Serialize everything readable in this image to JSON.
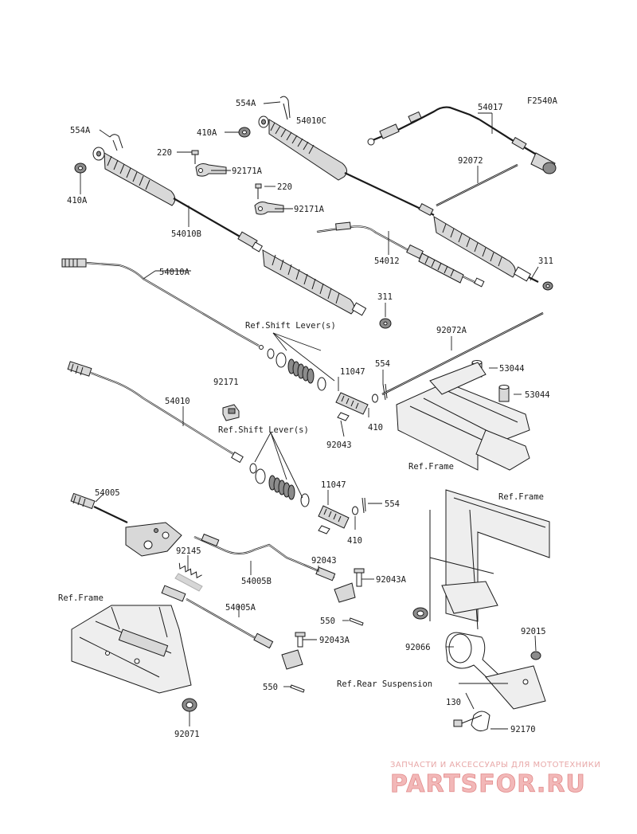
{
  "figure_code": "F2540A",
  "part_numbers": {
    "p554A_top": "554A",
    "p54010C": "54010C",
    "p54017": "54017",
    "p554A_left": "554A",
    "p410A_mid": "410A",
    "p220_a": "220",
    "p92171A_a": "92171A",
    "p92072": "92072",
    "p410A_left": "410A",
    "p220_b": "220",
    "p92171A_b": "92171A",
    "p54012": "54012",
    "p54010B": "54010B",
    "p311_a": "311",
    "p54010A": "54010A",
    "p311_b": "311",
    "p92072A": "92072A",
    "p554_a": "554",
    "p11047_a": "11047",
    "p53044_a": "53044",
    "p92171": "92171",
    "p53044_b": "53044",
    "p54010": "54010",
    "p410_a": "410",
    "p92043_a": "92043",
    "p11047_b": "11047",
    "p554_b": "554",
    "p54005": "54005",
    "p410_b": "410",
    "p92145": "92145",
    "p92043_b": "92043",
    "p54005B": "54005B",
    "p92043A_a": "92043A",
    "p54005A": "54005A",
    "p550_a": "550",
    "p92043A_b": "92043A",
    "p92015": "92015",
    "p92066": "92066",
    "p550_b": "550",
    "p130": "130",
    "p92071": "92071",
    "p92170": "92170"
  },
  "references": {
    "shift_lever_a": "Ref.Shift Lever(s)",
    "shift_lever_b": "Ref.Shift Lever(s)",
    "frame_a": "Ref.Frame",
    "frame_b": "Ref.Frame",
    "frame_c": "Ref.Frame",
    "rear_suspension": "Ref.Rear Suspension"
  },
  "watermark": {
    "tagline": "ЗАПЧАСТИ И АКСЕССУАРЫ ДЛЯ МОТОТЕХНИКИ",
    "site": "PARTSFOR.RU"
  },
  "colors": {
    "line": "#1a1a1a",
    "watermark": "#e28a8a"
  }
}
